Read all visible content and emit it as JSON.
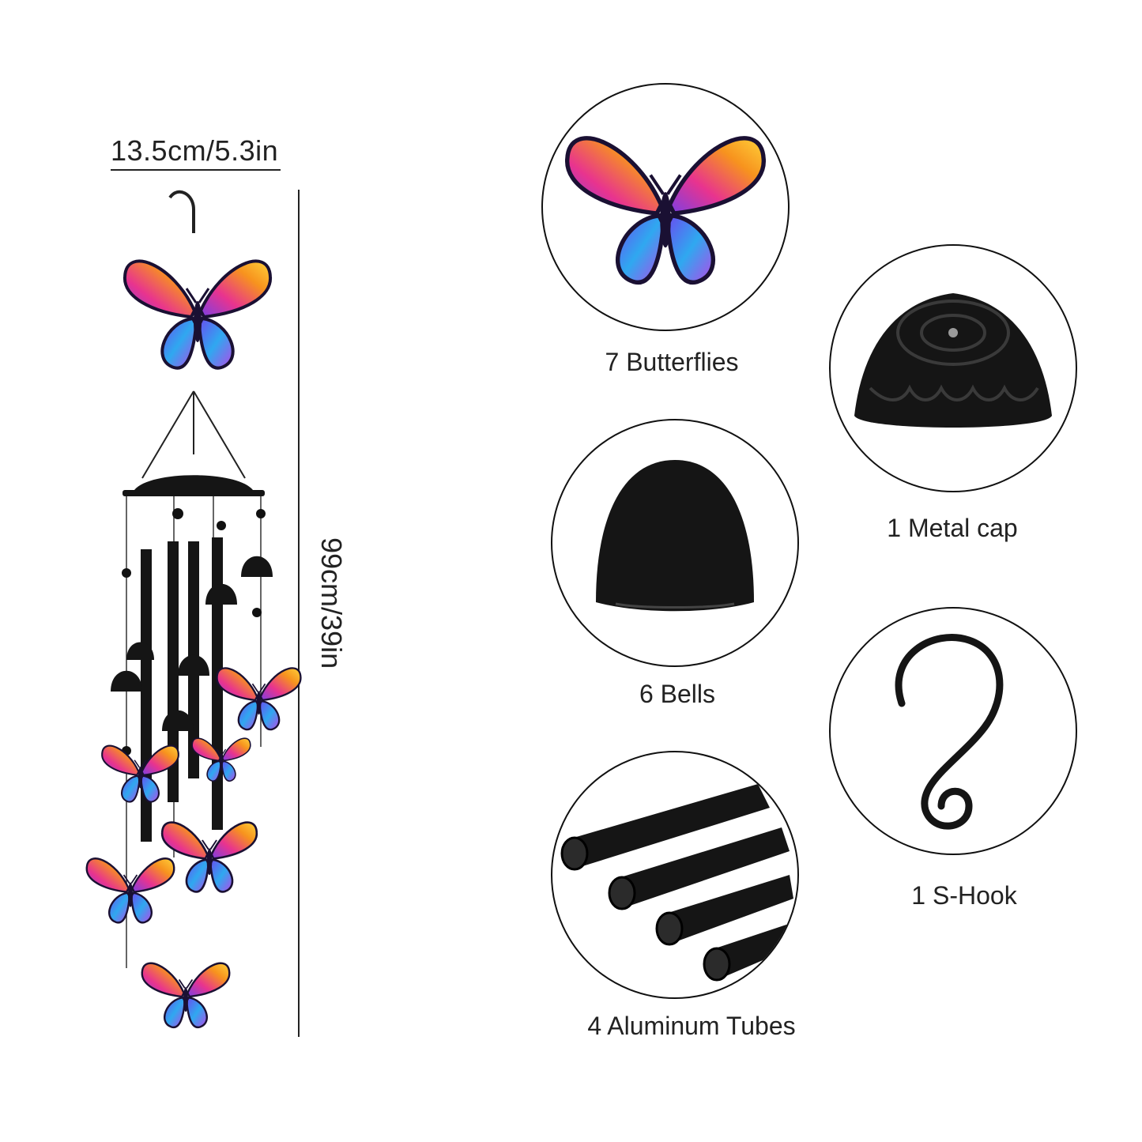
{
  "dimensions": {
    "width_label": "13.5cm/5.3in",
    "height_label": "99cm/39in"
  },
  "parts": [
    {
      "label": "7 Butterflies",
      "icon": "butterfly-icon"
    },
    {
      "label": "1 Metal cap",
      "icon": "metal-cap-icon"
    },
    {
      "label": "6 Bells",
      "icon": "bell-icon"
    },
    {
      "label": "1 S-Hook",
      "icon": "s-hook-icon"
    },
    {
      "label": "4 Aluminum Tubes",
      "icon": "aluminum-tubes-icon"
    }
  ],
  "colors": {
    "metal": "#151515",
    "butterfly_orange": "#f7931e",
    "butterfly_pink": "#e8338f",
    "butterfly_purple": "#7b3fe4",
    "butterfly_blue": "#2fa8f0"
  }
}
